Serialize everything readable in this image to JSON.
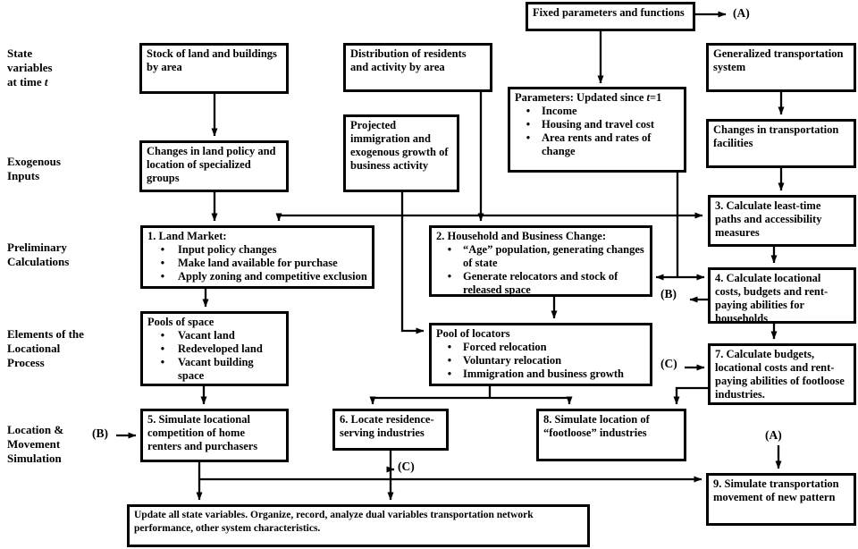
{
  "colors": {
    "ink": "#000000",
    "background": "#ffffff"
  },
  "glyphs": {
    "bullet": "•"
  },
  "row_labels": {
    "state": {
      "l1": "State",
      "l2": "variables",
      "l3_pre": "at time ",
      "l3_it": "t"
    },
    "exogenous": [
      "Exogenous",
      "Inputs"
    ],
    "preliminary": [
      "Preliminary",
      "Calculations"
    ],
    "elements": [
      "Elements of the",
      "Locational",
      "Process"
    ],
    "location": [
      "Location &",
      "Movement",
      "Simulation"
    ]
  },
  "boxes": {
    "fixed_params": {
      "title": "Fixed parameters and functions"
    },
    "stock_land": {
      "title": "Stock of land and buildings by area"
    },
    "distribution": {
      "title": "Distribution of residents and activity by area"
    },
    "gen_transport": {
      "title": "Generalized transportation system"
    },
    "parameters": {
      "title_pre": "Parameters: Updated since ",
      "title_t": "t",
      "title_post": "=1",
      "bullets": [
        "Income",
        "Housing and travel cost",
        "Area rents and rates of change"
      ]
    },
    "proj_immigration": {
      "title": "Projected immigration and exogenous growth of business activity"
    },
    "changes_transport": {
      "title": "Changes in transportation facilities"
    },
    "changes_land": {
      "title": "Changes in land policy and location of specialized groups"
    },
    "box3": {
      "title": "3. Calculate least-time paths and accessibility measures"
    },
    "box1": {
      "title": "1. Land Market:",
      "bullets": [
        "Input policy changes",
        "Make land available for purchase",
        "Apply zoning and competitive exclusion"
      ]
    },
    "box2": {
      "title": "2. Household and Business Change:",
      "bullets": [
        "“Age” population, generating changes of state",
        "Generate relocators and stock of released space"
      ]
    },
    "box4": {
      "title": "4. Calculate locational costs, budgets and rent-paying abilities for households"
    },
    "pools": {
      "title": "Pools of space",
      "bullets": [
        "Vacant land",
        "Redeveloped land",
        "Vacant building space"
      ]
    },
    "pool_locators": {
      "title": "Pool of locators",
      "bullets": [
        "Forced relocation",
        "Voluntary relocation",
        "Immigration and business growth"
      ]
    },
    "box7": {
      "title": "7. Calculate budgets, locational costs and rent-paying abilities of footloose industries."
    },
    "box5": {
      "title": "5. Simulate locational competition of home renters and purchasers"
    },
    "box6": {
      "title": "6. Locate residence-serving industries"
    },
    "box8": {
      "title": "8. Simulate location of “footloose” industries"
    },
    "box9": {
      "title": "9. Simulate transportation movement of new pattern"
    },
    "update": {
      "title": "Update all state variables. Organize, record, analyze dual variables  transportation network performance, other system characteristics."
    }
  },
  "connector_labels": {
    "a_top": "(A)",
    "a_right": "(A)",
    "b_right": "(B)",
    "b_left": "(B)",
    "c_right": "(C)",
    "c_mid": "(C)"
  }
}
